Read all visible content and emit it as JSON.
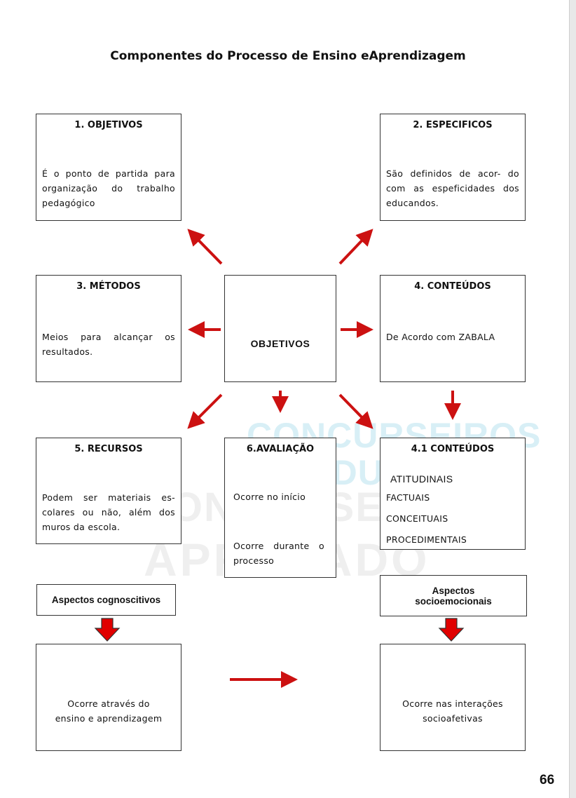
{
  "title": "Componentes do Processo de Ensino eAprendizagem",
  "center": {
    "label": "OBJETIVOS"
  },
  "boxes": {
    "objetivos": {
      "title": "1. OBJETIVOS",
      "text": "É o ponto de partida para organização do trabalho pedagógico"
    },
    "especificos": {
      "title": "2. ESPECIFICOS",
      "text": "São definidos de acor- do com as espeficidades dos educandos."
    },
    "metodos": {
      "title": "3. MÉTODOS",
      "text": "Meios para alcançar os resultados."
    },
    "conteudos": {
      "title": "4. CONTEÚDOS",
      "text": "De Acordo com ZABALA"
    },
    "recursos": {
      "title": "5. RECURSOS",
      "text": "Podem ser materiais es- colares ou não, além dos muros da escola."
    },
    "avaliacao": {
      "title": "6.AVALIAÇÃO",
      "text1": "Ocorre no início",
      "text2": "Ocorre durante o processo"
    },
    "conteudos41": {
      "title": "4.1 CONTEÚDOS",
      "items": [
        "ATITUDINAIS",
        "FACTUAIS",
        "CONCEITUAIS",
        "PROCEDIMENTAIS"
      ]
    }
  },
  "aspects": {
    "cognitive": {
      "label": "Aspectos cognoscitivos",
      "result": "Ocorre através do ensino e aprendizagem"
    },
    "socio": {
      "label": "Aspectos socioemocionais",
      "result": "Ocorre nas interações socioafetivas"
    }
  },
  "watermark": {
    "line1": "CONCURSEIROS",
    "line2": "DA EDUCAÇÃO",
    "line3": "CONCURSEIRO",
    "line4": "APROVADO"
  },
  "page_number": "66",
  "colors": {
    "arrow": "#cc1111",
    "arrow_fill": "#e00000",
    "border": "#333333",
    "watermark_blue": "#bfe6f2"
  }
}
